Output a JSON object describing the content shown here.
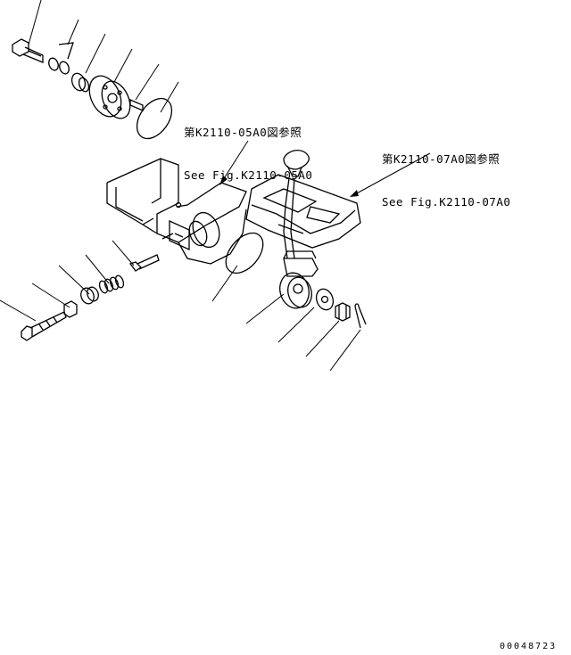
{
  "references": [
    {
      "jp": "第K2110-05A0図参照",
      "en": "See Fig.K2110-05A0"
    },
    {
      "jp": "第K2110-07A0図参照",
      "en": "See Fig.K2110-07A0"
    }
  ],
  "drawing_code": "00048723",
  "colors": {
    "line": "#000000",
    "background": "#ffffff"
  }
}
